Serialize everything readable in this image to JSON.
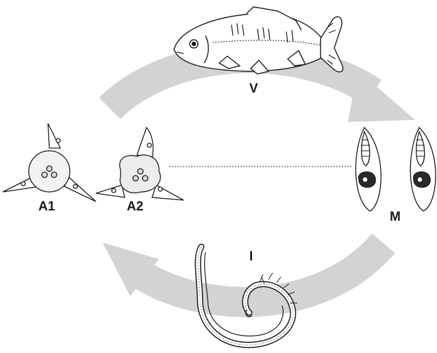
{
  "labels": {
    "vertebrate_host": "V",
    "actinospore_1": "A1",
    "actinospore_2": "A2",
    "myxospore": "M",
    "invertebrate_host": "I"
  },
  "colors": {
    "arrow": "#d3d3d3",
    "ink": "#1a1a1a",
    "background": "#ffffff"
  }
}
